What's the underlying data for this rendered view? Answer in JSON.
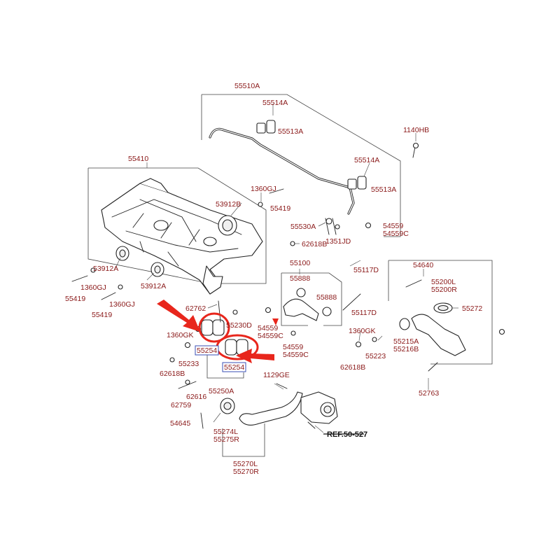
{
  "colors": {
    "label": "#8a1818",
    "line": "#222222",
    "highlight_mark": "#e8261c",
    "highlight_box": "#3a4fb5"
  },
  "labels": {
    "p55510A": "55510A",
    "p55514A_top": "55514A",
    "p55513A_top": "55513A",
    "p1140HB": "1140HB",
    "p55514A_right": "55514A",
    "p55513A_right": "55513A",
    "p55410": "55410",
    "p1360GJ_top": "1360GJ",
    "p53912B": "53912B",
    "p55419_top": "55419",
    "p55530A": "55530A",
    "p54559_top": "54559",
    "p54559C_top": "54559C",
    "p1351JD": "1351JD",
    "p62618B_top": "62618B",
    "p53912A_left": "53912A",
    "p53912A_mid": "53912A",
    "p1360GJ_left": "1360GJ",
    "p1360GJ_mid": "1360GJ",
    "p55419_left": "55419",
    "p55419_mid": "55419",
    "p55100": "55100",
    "p55888_a": "55888",
    "p55888_b": "55888",
    "p55117D_top": "55117D",
    "p55117D_mid": "55117D",
    "p54640": "54640",
    "p55200L": "55200L",
    "p55200R": "55200R",
    "p55272": "55272",
    "p62762": "62762",
    "p55230D": "55230D",
    "p1360GK_left": "1360GK",
    "p54559_mid": "54559",
    "p54559C_mid": "54559C",
    "p54559_low": "54559",
    "p54559C_low": "54559C",
    "p1360GK_right": "1360GK",
    "p55215A": "55215A",
    "p55216B": "55216B",
    "p55223": "55223",
    "p62618B_right": "62618B",
    "p55233": "55233",
    "p55254_a": "55254",
    "p55254_b": "55254",
    "p62618B_left": "62618B",
    "p1129GE": "1129GE",
    "p55250A": "55250A",
    "p62616": "62616",
    "p62759": "62759",
    "p54645": "54645",
    "p55274L": "55274L",
    "p55275R": "55275R",
    "p55270L": "55270L",
    "p55270R": "55270R",
    "p52763": "52763",
    "ref": "REF.50-527"
  }
}
